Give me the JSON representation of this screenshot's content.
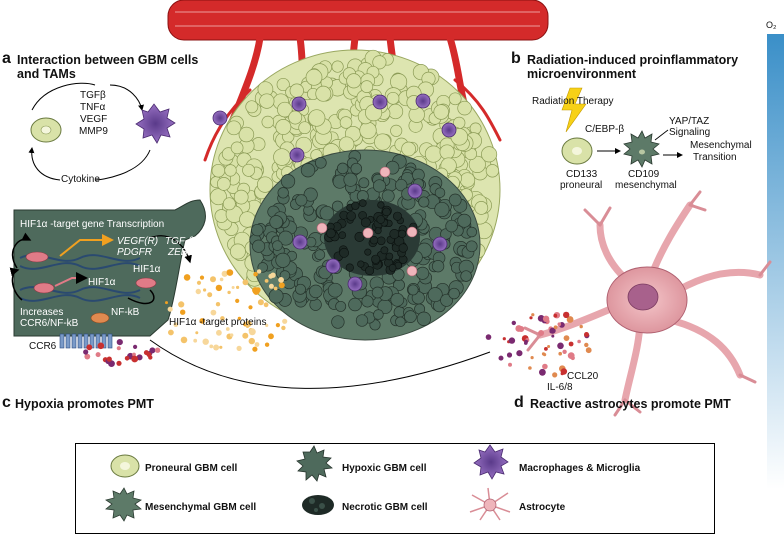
{
  "oxygen_label": "O₂",
  "panel_a": {
    "letter": "a",
    "title_line1": "Interaction between GBM cells",
    "title_line2": "and TAMs",
    "factors": [
      "TGFβ",
      "TNFα",
      "VEGF",
      "MMP9"
    ],
    "cytokine": "Cytokine"
  },
  "panel_b": {
    "letter": "b",
    "title_line1": "Radiation-induced proinflammatory",
    "title_line2": "microenvironment",
    "radiation": "Radiation Therapy",
    "cebp": "C/EBP-β",
    "yap_line1": "YAP/TAZ",
    "yap_line2": "Signaling",
    "transition_line1": "Mesenchymal",
    "transition_line2": "Transition",
    "cd133_line1": "CD133",
    "cd133_line2": "proneural",
    "cd109_line1": "CD109",
    "cd109_line2": "mesenchymal"
  },
  "panel_c": {
    "letter": "c",
    "title": "Hypoxia promotes PMT",
    "gene_transcription": "HIF1α -target gene Transcription",
    "vegfr": "VEGF(R)",
    "pdgfr": "PDGFR",
    "tgfb": "TGF-β",
    "zeb1": "ZEB1",
    "hif1a_dna": "HIF1α",
    "hif1a_protein": "HIF1α",
    "increases_line1": "Increases",
    "increases_line2": "CCR6/NF-kB",
    "nfkb": "NF-kB",
    "ccr6": "CCR6",
    "target_proteins": "HIF1α -target proteins"
  },
  "panel_d": {
    "letter": "d",
    "title": "Reactive astrocytes promote PMT",
    "ccl20": "CCL20",
    "il": "IL-6/8"
  },
  "legend": {
    "items": [
      {
        "label": "Proneural GBM cell",
        "icon": "proneural-cell-icon"
      },
      {
        "label": "Hypoxic GBM cell",
        "icon": "hypoxic-cell-icon"
      },
      {
        "label": "Macrophages & Microglia",
        "icon": "macrophage-icon"
      },
      {
        "label": "Mesenchymal GBM cell",
        "icon": "mesenchymal-cell-icon"
      },
      {
        "label": "Necrotic GBM cell",
        "icon": "necrotic-cell-icon"
      },
      {
        "label": "Astrocyte",
        "icon": "astrocyte-icon"
      }
    ]
  },
  "colors": {
    "vessel": "#d42a2a",
    "proneural": "#d9e2a8",
    "hypoxic": "#4e6a5c",
    "necrotic": "#2a3a35",
    "macrophage": "#8a5cb8",
    "astrocyte": "#e7a6ad",
    "oxygen_bar": "#3a8fc8"
  }
}
